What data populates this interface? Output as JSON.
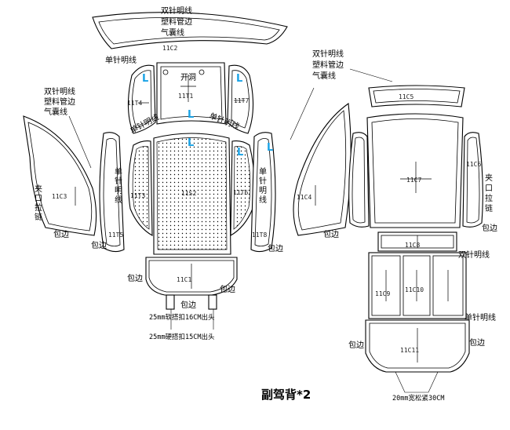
{
  "title": "副驾背*2",
  "accent_color": "#1aa3e6",
  "labels": {
    "top_triple": [
      "双针明线",
      "塑料管边",
      "气囊线"
    ],
    "left_triple": [
      "双针明线",
      "塑料管边",
      "气囊线"
    ],
    "right_triple": [
      "双针明线",
      "塑料管边",
      "气囊线"
    ],
    "single_needle": "单针明线",
    "kaidong": "开洞",
    "zipper_left": [
      "夹",
      "口",
      "拉",
      "链"
    ],
    "zipper_right": [
      "夹",
      "口",
      "拉",
      "链"
    ],
    "vertical_single_left": [
      "单",
      "针",
      "明",
      "线"
    ],
    "vertical_single_right": [
      "单",
      "针",
      "明",
      "线"
    ],
    "diag_left": "单针明线",
    "diag_right": "单针明线",
    "binding": "包边",
    "double_needle_right": "双针明线",
    "single_needle_right": "单针明线",
    "soft_buckle": "25mm软搭扣16CM出头",
    "hard_buckle": "25mm硬搭扣15CM出头",
    "elastic": "20mm宽松紧30CM",
    "L": "L"
  },
  "parts": {
    "c2": "11C2",
    "t1": "11T1",
    "t4": "11T4",
    "t7": "11T7",
    "t3": "11T3",
    "s2": "11S2",
    "t6": "11T6",
    "c3": "11C3",
    "t5": "11T5",
    "c4": "11C4",
    "t8": "11T8",
    "c1": "11C1",
    "c5": "11C5",
    "c7": "11C7",
    "c6": "11C6",
    "c8": "11C8",
    "c9": "11C9",
    "c10": "11C10",
    "c11": "11C11"
  }
}
